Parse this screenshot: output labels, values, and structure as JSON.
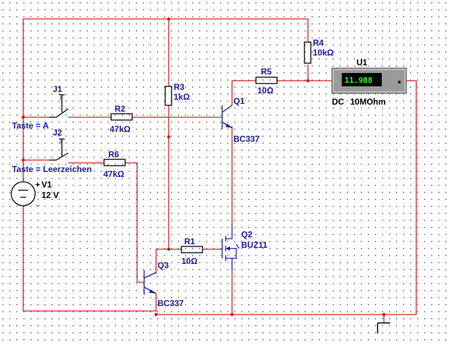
{
  "components": {
    "J1": {
      "ref": "J1",
      "label": "Taste = A"
    },
    "J2": {
      "ref": "J2",
      "label": "Taste = Leerzeichen"
    },
    "R1": {
      "ref": "R1",
      "value": "10Ω"
    },
    "R2": {
      "ref": "R2",
      "value": "47kΩ"
    },
    "R3": {
      "ref": "R3",
      "value": "1kΩ"
    },
    "R4": {
      "ref": "R4",
      "value": "10kΩ"
    },
    "R5": {
      "ref": "R5",
      "value": "10Ω"
    },
    "R6": {
      "ref": "R6",
      "value": "47kΩ"
    },
    "Q1": {
      "ref": "Q1",
      "model": "BC337"
    },
    "Q2": {
      "ref": "Q2",
      "model": "BUZ11"
    },
    "Q3": {
      "ref": "Q3",
      "model": "BC337"
    },
    "V1": {
      "ref": "V1",
      "value": "12 V",
      "plus": "+",
      "minus": "_"
    },
    "U1": {
      "ref": "U1",
      "reading": "11.988",
      "mode": "DC",
      "impedance": "10MOhm"
    }
  },
  "colors": {
    "wire": "#d42020",
    "label": "#1a1aa8",
    "meter_display": "#2cff2c",
    "grid_dots": "#8a8a8a"
  },
  "icons": {
    "switch": "spst-switch-icon",
    "ground": "ground-icon",
    "source": "dc-voltage-source-icon",
    "meter": "voltmeter-icon"
  }
}
